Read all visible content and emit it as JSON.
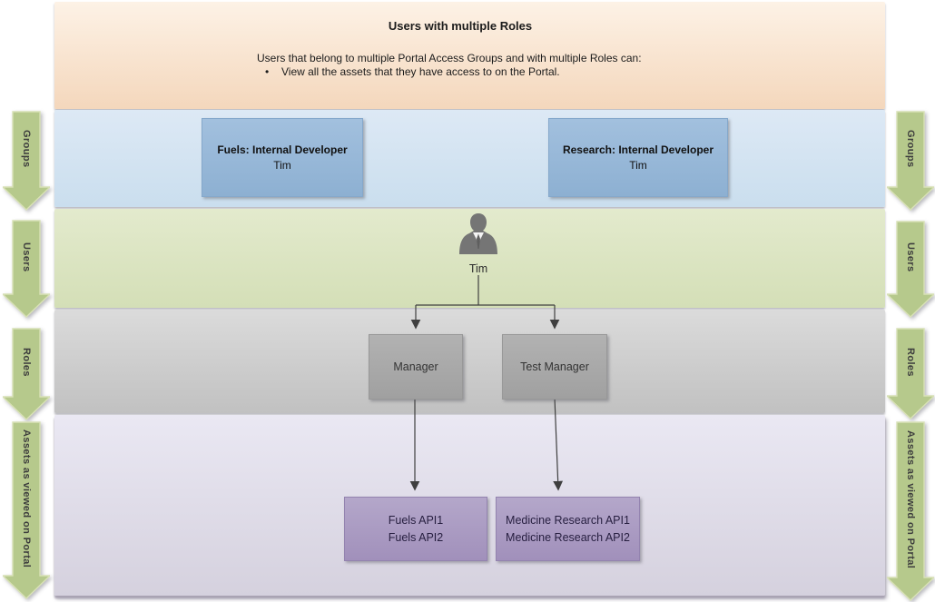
{
  "header": {
    "title": "Users with multiple Roles",
    "description": "Users that belong to multiple Portal Access Groups and with multiple Roles can:",
    "bullet_marker": "•",
    "bullet": "View all the assets that they have access to on the Portal."
  },
  "side_labels": {
    "left": [
      "Groups",
      "Users",
      "Roles",
      "Assets as viewed on Portal"
    ],
    "right": [
      "Groups",
      "Users",
      "Roles",
      "Assets as viewed on Portal"
    ]
  },
  "groups_band": {
    "boxes": [
      {
        "title": "Fuels: Internal Developer",
        "member": "Tim"
      },
      {
        "title": "Research: Internal Developer",
        "member": "Tim"
      }
    ]
  },
  "users_band": {
    "user_name": "Tim",
    "icon": "businessman-icon"
  },
  "roles_band": {
    "boxes": [
      {
        "label": "Manager"
      },
      {
        "label": "Test Manager"
      }
    ]
  },
  "assets_band": {
    "boxes": [
      {
        "line1": "Fuels API1",
        "line2": "Fuels API2"
      },
      {
        "line1": "Medicine Research API1",
        "line2": "Medicine Research API2"
      }
    ]
  },
  "colors": {
    "band_intro": "#f8e2cc",
    "band_groups": "#d4e3f0",
    "band_users": "#dbe3c2",
    "band_roles": "#cecece",
    "band_assets": "#dfdbe9",
    "group_box": "#96b6d6",
    "role_box": "#a8a8a8",
    "asset_box": "#ab9cc3",
    "side_arrow": "#b6c98c",
    "connector": "#3f3f3f",
    "person_silhouette": "#757575"
  }
}
